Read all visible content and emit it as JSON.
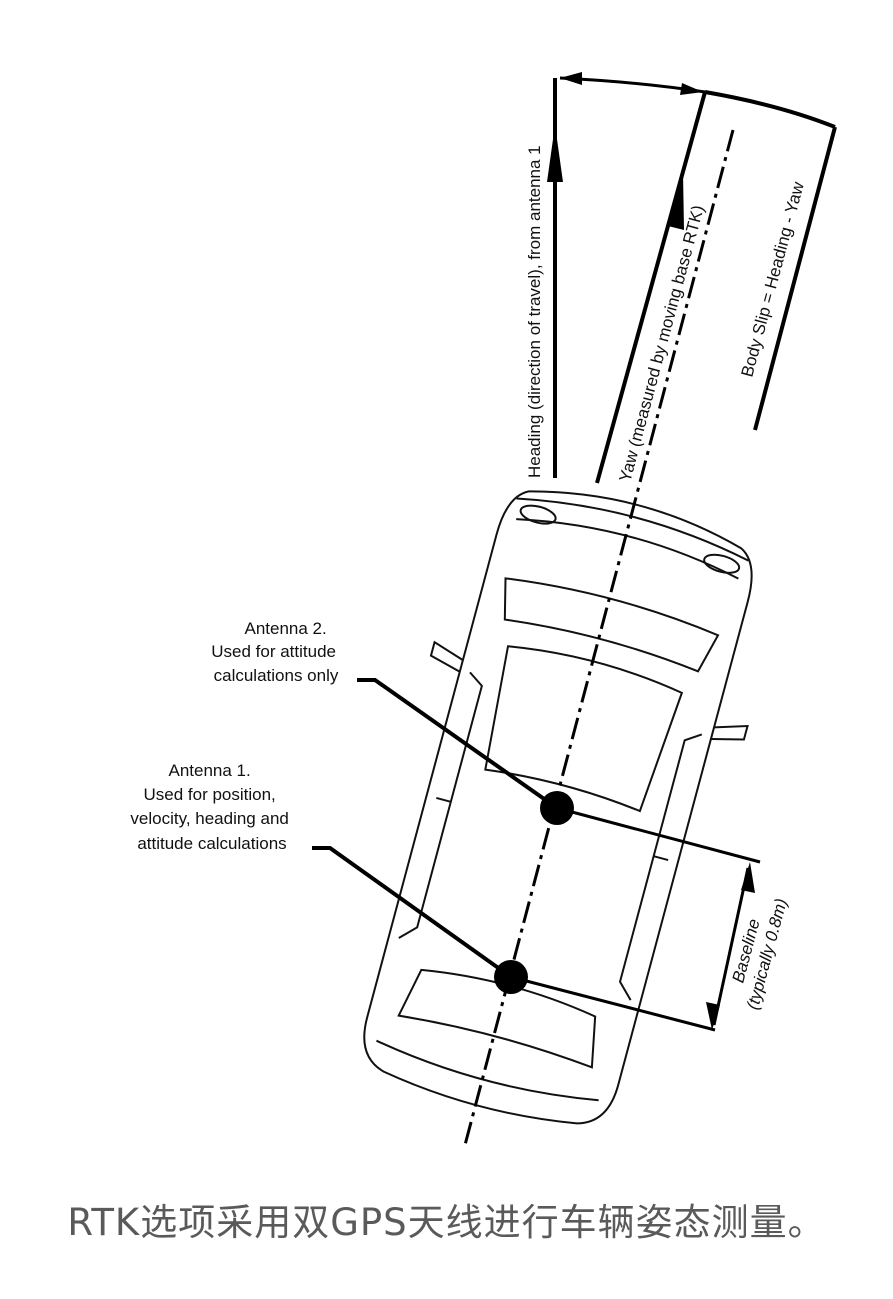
{
  "labels": {
    "heading": "Heading (direction of travel), from antenna 1",
    "yaw": "Yaw (measured by moving base RTK)",
    "body_slip": "Body Slip = Heading - Yaw",
    "antenna2": [
      "Antenna 2.",
      "Used for attitude",
      "calculations only"
    ],
    "antenna1": [
      "Antenna 1.",
      "Used for position,",
      "velocity, heading and",
      "attitude calculations"
    ],
    "baseline": [
      "Baseline",
      "(typically 0.8m)"
    ]
  },
  "caption": "RTK选项采用双GPS天线进行车辆姿态测量。"
}
